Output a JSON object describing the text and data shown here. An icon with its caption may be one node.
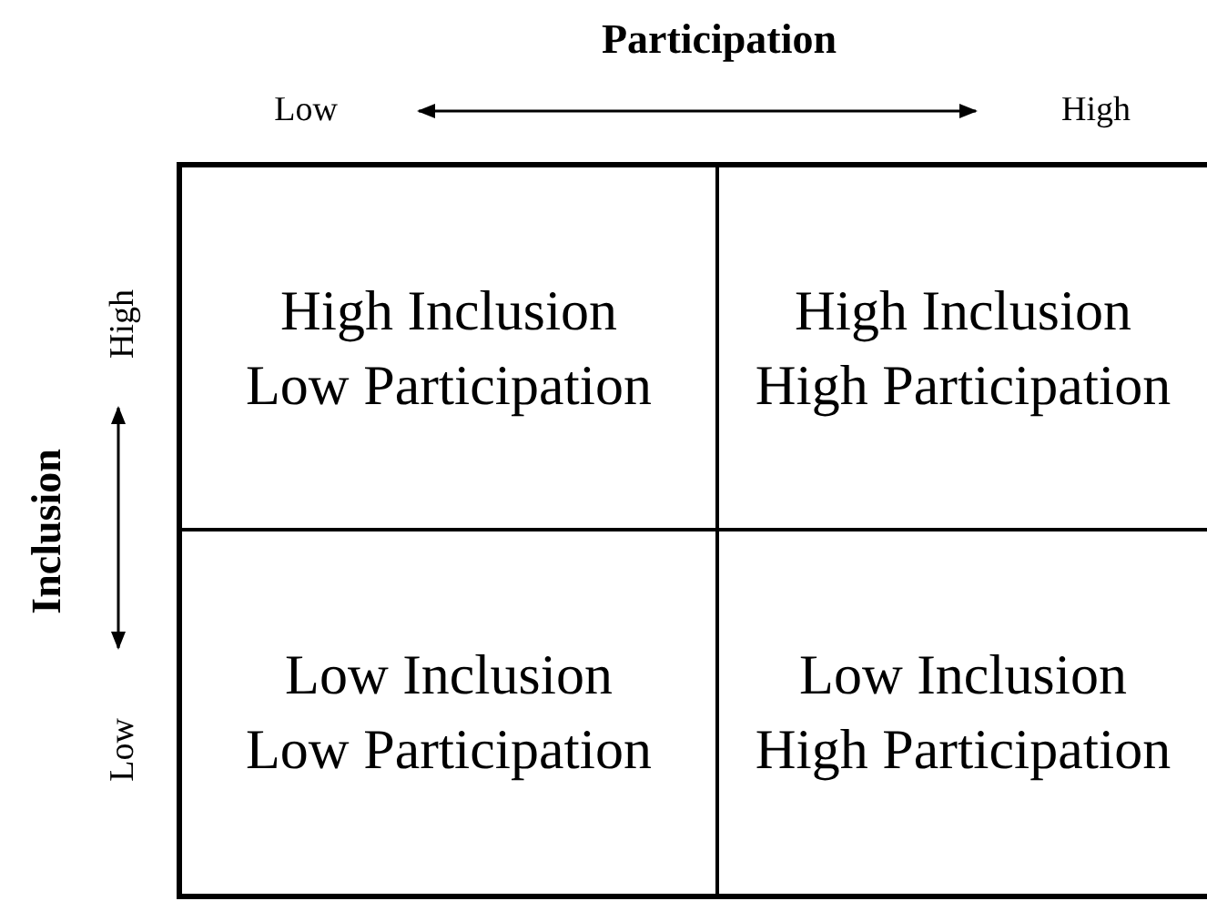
{
  "diagram": {
    "nodes": [
      {
        "text": [
          "High Inclusion",
          "Low Participation"
        ]
      },
      {
        "text": [
          "High Inclusion",
          "High Participation"
        ]
      },
      {
        "text": [
          "Low Inclusion",
          "Low Participation"
        ]
      },
      {
        "text": [
          "Low Inclusion",
          "High Participation"
        ]
      }
    ],
    "labels": [
      "Participation",
      "Low",
      "High",
      "High",
      "Inclusion",
      "Low"
    ]
  }
}
